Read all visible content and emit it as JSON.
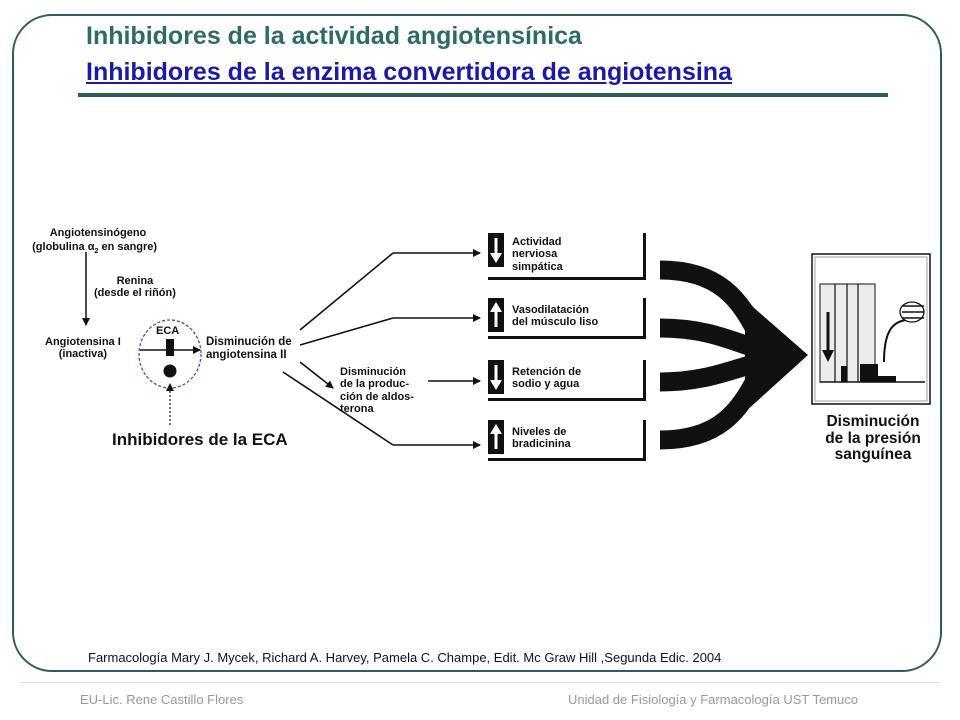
{
  "slide": {
    "title": "Inhibidores de la actividad angiotensínica",
    "subtitle": "Inhibidores de la enzima convertidora de angiotensina",
    "reference": "Farmacología Mary J. Mycek, Richard A. Harvey, Pamela C. Champe, Edit. Mc Graw Hill ,Segunda Edic. 2004",
    "footer_left": "EU-Lic. Rene Castillo Flores",
    "footer_right": "Unidad de Fisiología y Farmacología UST  Temuco"
  },
  "diagram": {
    "angiotensinogen": "Angiotensinógeno",
    "angiotensinogen_note": "(globulina α",
    "angiotensinogen_sub": "2",
    "angiotensinogen_note2": " en sangre)",
    "renin": "Renina\n(desde el riñón)",
    "angiotensin1": "Angiotensina I\n(inactiva)",
    "eca": "ECA",
    "minus_sign": "−",
    "decrease_ang2": "Disminución de\nangiotensina II",
    "aldosterone": "Disminución\nde la produc-\nción de aldos-\nterona",
    "inhibitors": "Inhibidores de la ECA",
    "effects": [
      {
        "text": "Actividad\nnerviosa\nsimpática",
        "direction": "down"
      },
      {
        "text": "Vasodilatación\ndel músculo liso",
        "direction": "up"
      },
      {
        "text": "Retención de\nsodio y agua",
        "direction": "down"
      },
      {
        "text": "Niveles de\nbradicinina",
        "direction": "up"
      }
    ],
    "result": "Disminución\nde la presión\nsanguínea"
  },
  "colors": {
    "frame": "#2e5e5a",
    "title": "#2e6a66",
    "subtitle": "#1a1aa6",
    "eca_circle": "#4a4acf",
    "footer": "#999999"
  }
}
